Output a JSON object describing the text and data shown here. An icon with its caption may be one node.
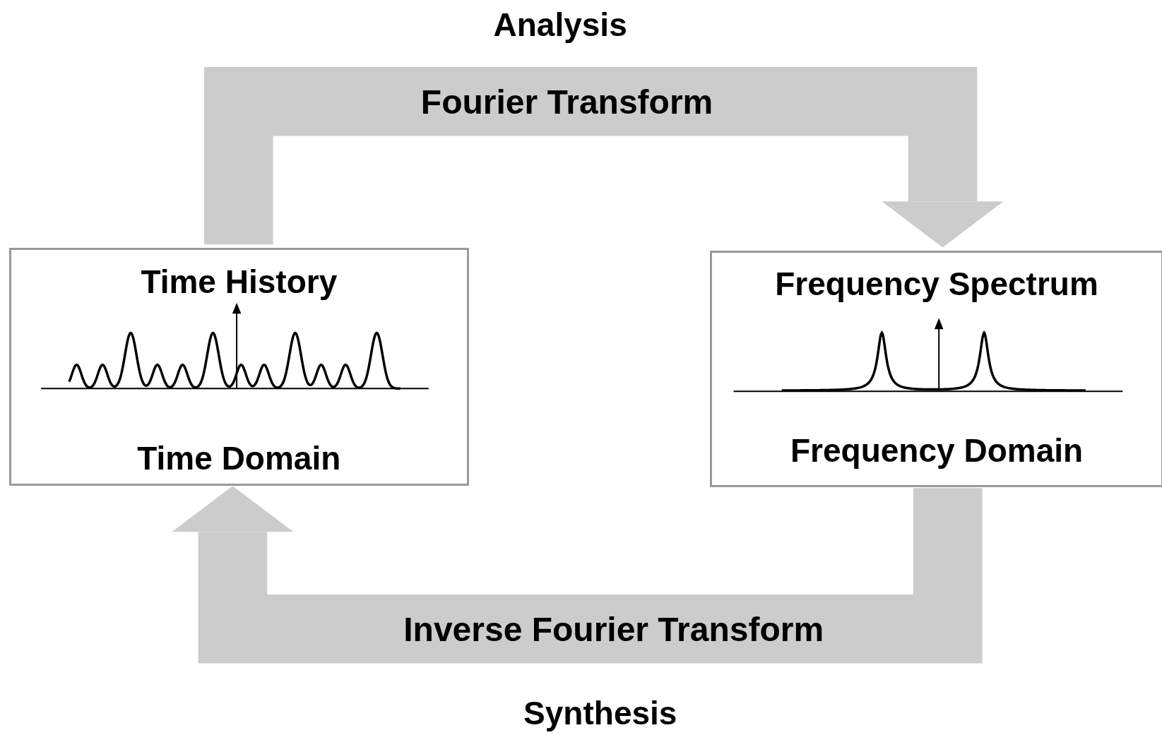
{
  "diagram": {
    "nodes": [
      {
        "text": [
          "Time History",
          "Time Domain"
        ]
      },
      {
        "text": [
          "Frequency Spectrum",
          "Frequency Domain"
        ]
      }
    ],
    "edges": [
      {
        "from": 0,
        "to": 1,
        "arrow": "to",
        "label": "Fourier Transform"
      },
      {
        "from": 1,
        "to": 0,
        "arrow": "to",
        "label": "Inverse Fourier Transform"
      }
    ],
    "labels": [
      "Analysis",
      "Synthesis"
    ]
  }
}
